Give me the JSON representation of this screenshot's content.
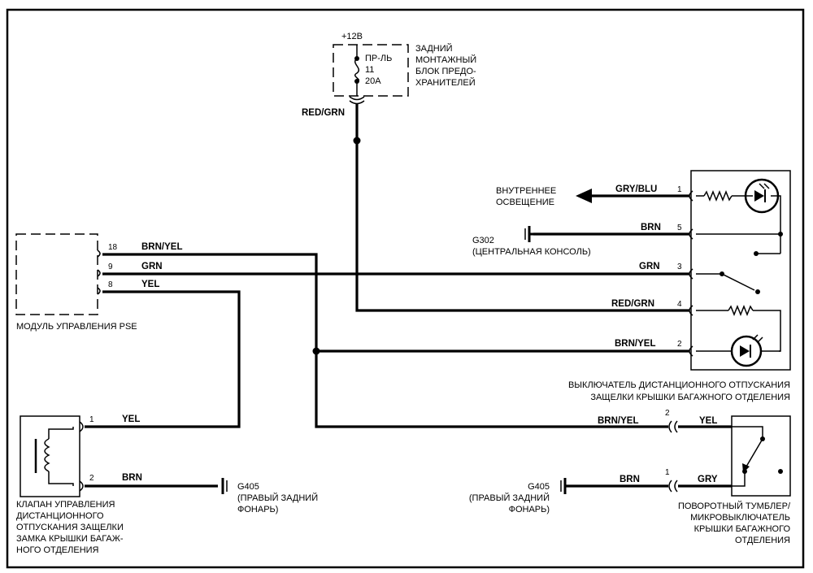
{
  "fuse_block": {
    "supply": "+12В",
    "fuse_lines": [
      "ПР-ЛЬ",
      "11",
      "20А"
    ],
    "name_lines": [
      "ЗАДНИЙ",
      "МОНТАЖНЫЙ",
      "БЛОК ПРЕДО-",
      "ХРАНИТЕЛЕЙ"
    ],
    "out_wire": "RED/GRN"
  },
  "interior_light": {
    "lines": [
      "ВНУТРЕННЕЕ",
      "ОСВЕЩЕНИЕ"
    ]
  },
  "ground_g302": {
    "lines": [
      "G302",
      "(ЦЕНТРАЛЬНАЯ КОНСОЛЬ)"
    ]
  },
  "pse_module": {
    "name": "МОДУЛЬ УПРАВЛЕНИЯ PSE",
    "pins": [
      {
        "pin": "18",
        "wire": "BRN/YEL"
      },
      {
        "pin": "9",
        "wire": "GRN"
      },
      {
        "pin": "8",
        "wire": "YEL"
      }
    ]
  },
  "remote_switch": {
    "name_lines": [
      "ВЫКЛЮЧАТЕЛЬ ДИСТАНЦИОННОГО ОТПУСКАНИЯ",
      "ЗАЩЕЛКИ КРЫШКИ БАГАЖНОГО ОТДЕЛЕНИЯ"
    ],
    "pins": [
      {
        "pin": "1",
        "wire": "GRY/BLU"
      },
      {
        "pin": "5",
        "wire": "BRN"
      },
      {
        "pin": "3",
        "wire": "GRN"
      },
      {
        "pin": "4",
        "wire": "RED/GRN"
      },
      {
        "pin": "2",
        "wire": "BRN/YEL"
      }
    ]
  },
  "valve": {
    "name_lines": [
      "КЛАПАН УПРАВЛЕНИЯ",
      "ДИСТАНЦИОННОГО",
      "ОТПУСКАНИЯ ЗАЩЕЛКИ",
      "ЗАМКА КРЫШКИ  БАГАЖ-",
      "НОГО ОТДЕЛЕНИЯ"
    ],
    "pins": [
      {
        "pin": "1",
        "wire": "YEL"
      },
      {
        "pin": "2",
        "wire": "BRN"
      }
    ]
  },
  "ground_g405_left": {
    "lines": [
      "G405",
      "(ПРАВЫЙ ЗАДНИЙ",
      "ФОНАРЬ)"
    ]
  },
  "ground_g405_right": {
    "lines": [
      "G405",
      "(ПРАВЫЙ ЗАДНИЙ",
      "ФОНАРЬ)"
    ]
  },
  "trunk_switch": {
    "name_lines": [
      "ПОВОРОТНЫЙ ТУМБЛЕР/",
      "МИКРОВЫКЛЮЧАТЕЛЬ",
      "КРЫШКИ  БАГАЖНОГО",
      "ОТДЕЛЕНИЯ"
    ],
    "pins": [
      {
        "pin": "2",
        "wire_in": "BRN/YEL",
        "wire_out": "YEL"
      },
      {
        "pin": "1",
        "wire_in": "BRN",
        "wire_out": "GRY"
      }
    ]
  }
}
